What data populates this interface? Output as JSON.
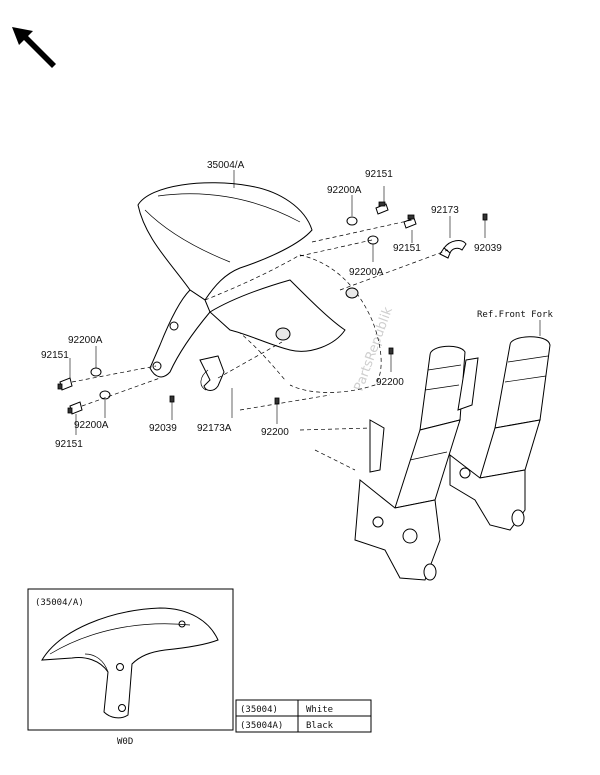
{
  "part_labels": {
    "fender": "35004/A",
    "bolt_top": "92151",
    "washer_top": "92200A",
    "clamp_right": "92173",
    "bolt_right": "92151",
    "screw_right": "92039",
    "washer_mid": "92200A",
    "fork_ref": "Ref.Front Fork",
    "washer_left_upper": "92200A",
    "bolt_left_upper": "92151",
    "washer_left_lower": "92200A",
    "bolt_left_lower": "92151",
    "screw_left": "92039",
    "clamp_left": "92173A",
    "clip_center": "92200",
    "clip_right": "92200"
  },
  "inset": {
    "title": "(35004/A)",
    "caption": "W0D"
  },
  "color_table": [
    {
      "code": "(35004)",
      "color": "White"
    },
    {
      "code": "(35004A)",
      "color": "Black"
    }
  ],
  "watermark": "PartsRepublik"
}
